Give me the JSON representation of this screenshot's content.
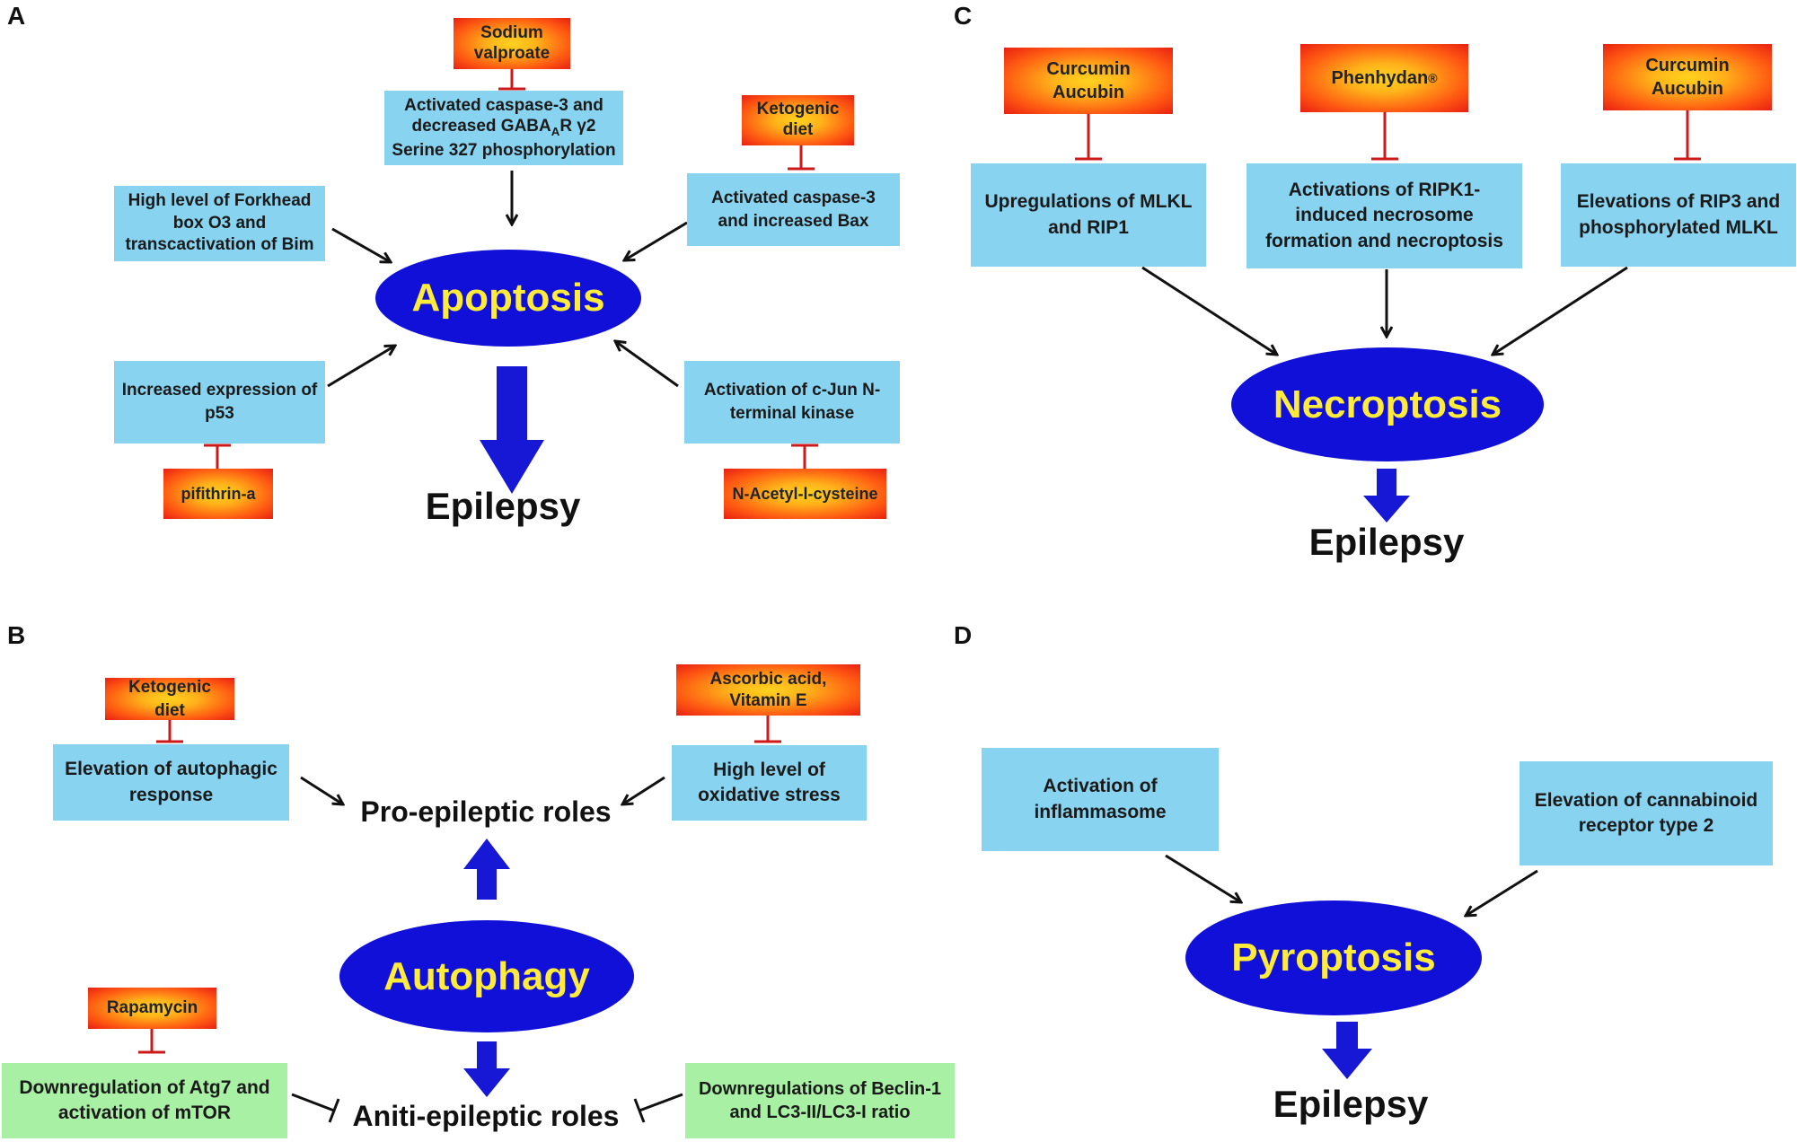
{
  "panels": {
    "A": {
      "label": "A",
      "center": "Apoptosis",
      "outcome": "Epilepsy",
      "drugs": {
        "sodium_valproate": "Sodium valproate",
        "ketogenic_diet": "Ketogenic diet",
        "pifithrin": "pifithrin-a",
        "nac": "N-Acetyl-l-cysteine"
      },
      "boxes": {
        "caspase_gaba_line1": "Activated caspase-3 and",
        "caspase_gaba_pre": "decreased GABA",
        "caspase_gaba_sub": "A",
        "caspase_gaba_post": "R γ2",
        "caspase_gaba_line3": "Serine 327 phosphorylation",
        "caspase_bax": "Activated caspase-3 and increased Bax",
        "forkhead": "High level of Forkhead box O3 and transcactivation of Bim",
        "p53": "Increased expression of p53",
        "jnk": "Activation of c-Jun N-terminal kinase"
      }
    },
    "B": {
      "label": "B",
      "center": "Autophagy",
      "pro_roles": "Pro-epileptic roles",
      "anti_roles": "Aniti-epileptic roles",
      "drugs": {
        "ketogenic_diet": "Ketogenic diet",
        "ascorbic": "Ascorbic acid, Vitamin E",
        "rapamycin": "Rapamycin"
      },
      "boxes": {
        "autophagic": "Elevation of autophagic response",
        "oxidative": "High level of oxidative stress",
        "atg7": "Downregulation of Atg7 and activation of mTOR",
        "beclin": "Downregulations of Beclin-1 and LC3-II/LC3-I ratio"
      }
    },
    "C": {
      "label": "C",
      "center": "Necroptosis",
      "outcome": "Epilepsy",
      "drugs": {
        "curcumin_1": "Curcumin Aucubin",
        "phenhydan": "Phenhydan",
        "phenhydan_mark": "®",
        "curcumin_2": "Curcumin Aucubin"
      },
      "boxes": {
        "mlkl": "Upregulations of MLKL and RIP1",
        "ripk1": "Activations of RIPK1-induced necrosome formation and necroptosis",
        "rip3": "Elevations of RIP3 and phosphorylated MLKL"
      }
    },
    "D": {
      "label": "D",
      "center": "Pyroptosis",
      "outcome": "Epilepsy",
      "boxes": {
        "inflammasome": "Activation of inflammasome",
        "cannabinoid": "Elevation of cannabinoid receptor type 2"
      }
    }
  },
  "colors": {
    "ellipse": "#1010d8",
    "ellipse_text": "#ffec3a",
    "cyan_box": "#87d3f0",
    "green_box": "#a8f0a4",
    "inhibit": "#cc1a1a",
    "arrow": "#111111",
    "block_arrow": "#1717d6"
  }
}
